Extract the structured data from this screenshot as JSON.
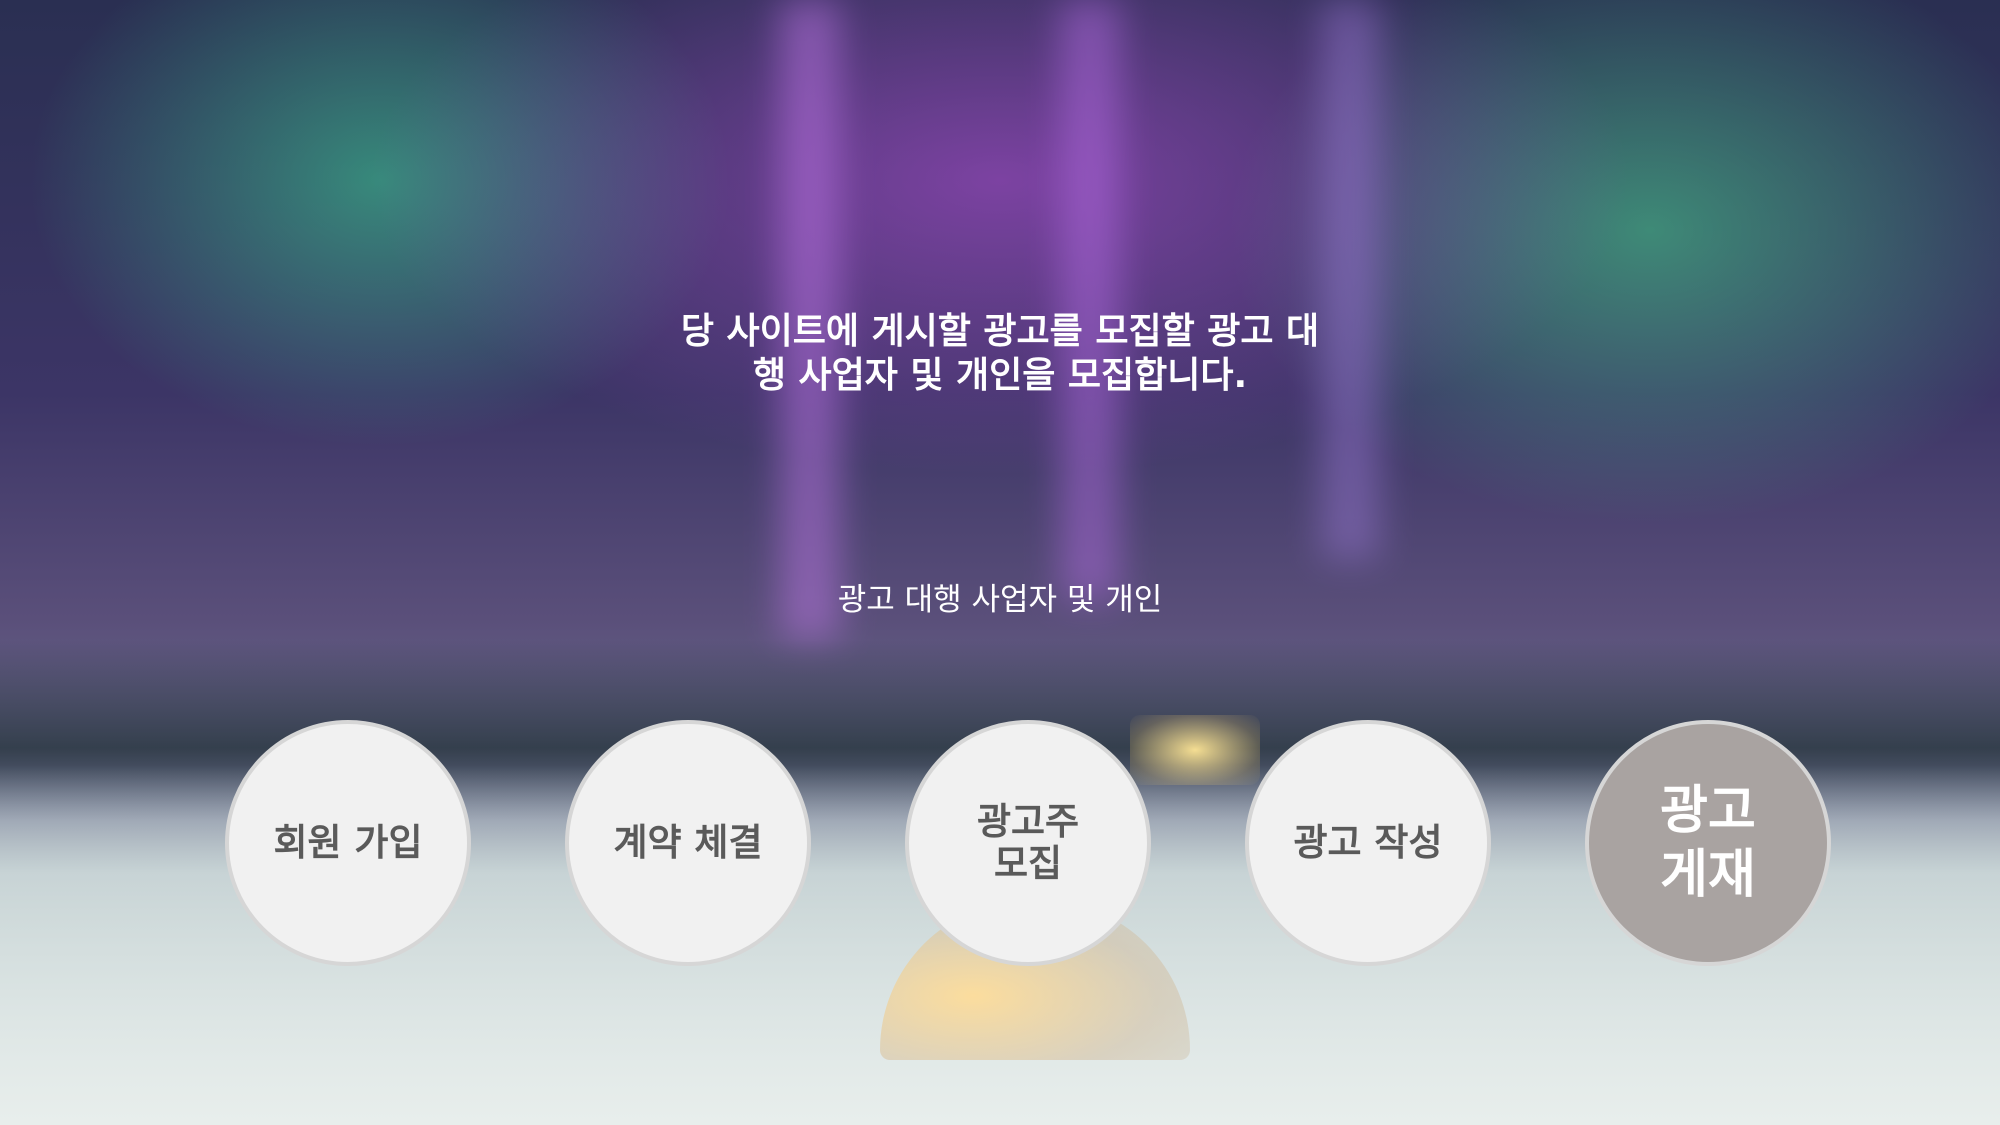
{
  "headline": {
    "line1": "당 사이트에 게시할 광고를 모집할 광고 대",
    "line2": "행 사업자 및 개인을 모집합니다."
  },
  "subtitle": "광고 대행 사업자 및 개인",
  "steps": [
    {
      "label": "회원 가입",
      "active": false
    },
    {
      "label": "계약 체결",
      "active": false
    },
    {
      "label": "광고주\n모집",
      "active": false
    },
    {
      "label": "광고 작성",
      "active": false
    },
    {
      "label": "광고\n게재",
      "active": true
    }
  ],
  "colors": {
    "step_bg": "#f1f1f1",
    "step_active_bg": "#a9a3a1",
    "step_text": "#5a5a5a",
    "headline_text": "#ffffff"
  }
}
